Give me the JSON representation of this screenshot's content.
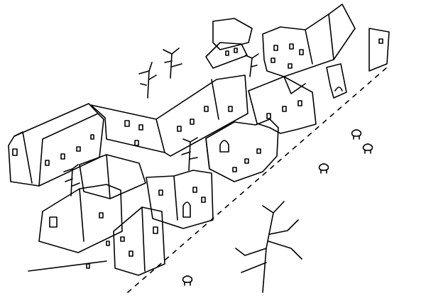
{
  "illustration": {
    "stroke_color": "#000000",
    "background_color": "#ffffff",
    "subjects": [
      "buildings",
      "trees",
      "sheep",
      "road"
    ]
  }
}
